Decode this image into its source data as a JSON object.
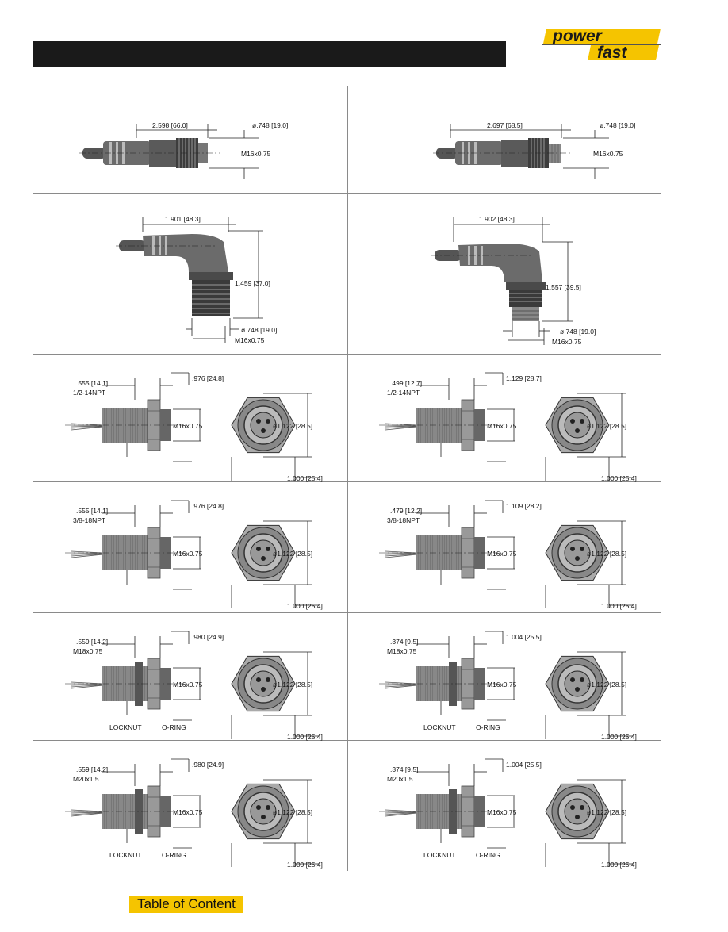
{
  "brand": {
    "line1": "power",
    "line2": "fast",
    "accent_color": "#f5c400"
  },
  "cells": [
    {
      "id": "r1-left",
      "type": "straight",
      "length": "2.598  [66.0]",
      "diameter": "ø.748  [19.0]",
      "thread": "M16x0.75"
    },
    {
      "id": "r1-right",
      "type": "straight",
      "length": "2.697  [68.5]",
      "diameter": "ø.748  [19.0]",
      "thread": "M16x0.75"
    },
    {
      "id": "r2-left",
      "type": "right-angle",
      "length": "1.901  [48.3]",
      "height": "1.459  [37.0]",
      "diameter": "ø.748  [19.0]",
      "thread": "M16x0.75"
    },
    {
      "id": "r2-right",
      "type": "right-angle",
      "length": "1.902  [48.3]",
      "height": "1.557  [39.5]",
      "diameter": "ø.748  [19.0]",
      "thread": "M16x0.75"
    },
    {
      "id": "r3-left",
      "type": "receptacle",
      "a": ".555  [14.1]",
      "mount_thread": "1/2-14NPT",
      "b": ".976  [24.8]",
      "thread": "M16x0.75",
      "face_diameter": "ø1.122  [28.5]",
      "face_width": "1.000  [25.4]"
    },
    {
      "id": "r3-right",
      "type": "receptacle",
      "a": ".499  [12.7]",
      "mount_thread": "1/2-14NPT",
      "b": "1.129  [28.7]",
      "thread": "M16x0.75",
      "face_diameter": "ø1.122  [28.5]",
      "face_width": "1.000  [25.4]"
    },
    {
      "id": "r4-left",
      "type": "receptacle",
      "a": ".555  [14.1]",
      "mount_thread": "3/8-18NPT",
      "b": ".976  [24.8]",
      "thread": "M16x0.75",
      "face_diameter": "ø1.122  [28.5]",
      "face_width": "1.000  [25.4]"
    },
    {
      "id": "r4-right",
      "type": "receptacle",
      "a": ".479  [12.2]",
      "mount_thread": "3/8-18NPT",
      "b": "1.109  [28.2]",
      "thread": "M16x0.75",
      "face_diameter": "ø1.122  [28.5]",
      "face_width": "1.000  [25.4]"
    },
    {
      "id": "r5-left",
      "type": "receptacle-locknut",
      "a": ".559  [14.2]",
      "mount_thread": "M18x0.75",
      "b": ".980  [24.9]",
      "thread": "M16x0.75",
      "face_diameter": "ø1.122  [28.5]",
      "face_width": "1.000  [25.4]",
      "locknut": "LOCKNUT",
      "oring": "O-RING"
    },
    {
      "id": "r5-right",
      "type": "receptacle-locknut",
      "a": ".374  [9.5]",
      "mount_thread": "M18x0.75",
      "b": "1.004  [25.5]",
      "thread": "M16x0.75",
      "face_diameter": "ø1.122  [28.5]",
      "face_width": "1.000  [25.4]",
      "locknut": "LOCKNUT",
      "oring": "O-RING"
    },
    {
      "id": "r6-left",
      "type": "receptacle-locknut",
      "a": ".559  [14.2]",
      "mount_thread": "M20x1.5",
      "b": ".980  [24.9]",
      "thread": "M16x0.75",
      "face_diameter": "ø1.122  [28.5]",
      "face_width": "1.000  [25.4]",
      "locknut": "LOCKNUT",
      "oring": "O-RING"
    },
    {
      "id": "r6-right",
      "type": "receptacle-locknut",
      "a": ".374  [9.5]",
      "mount_thread": "M20x1.5",
      "b": "1.004  [25.5]",
      "thread": "M16x0.75",
      "face_diameter": "ø1.122  [28.5]",
      "face_width": "1.000  [25.4]",
      "locknut": "LOCKNUT",
      "oring": "O-RING"
    }
  ],
  "footer": {
    "toc_label": "Table of Content"
  }
}
